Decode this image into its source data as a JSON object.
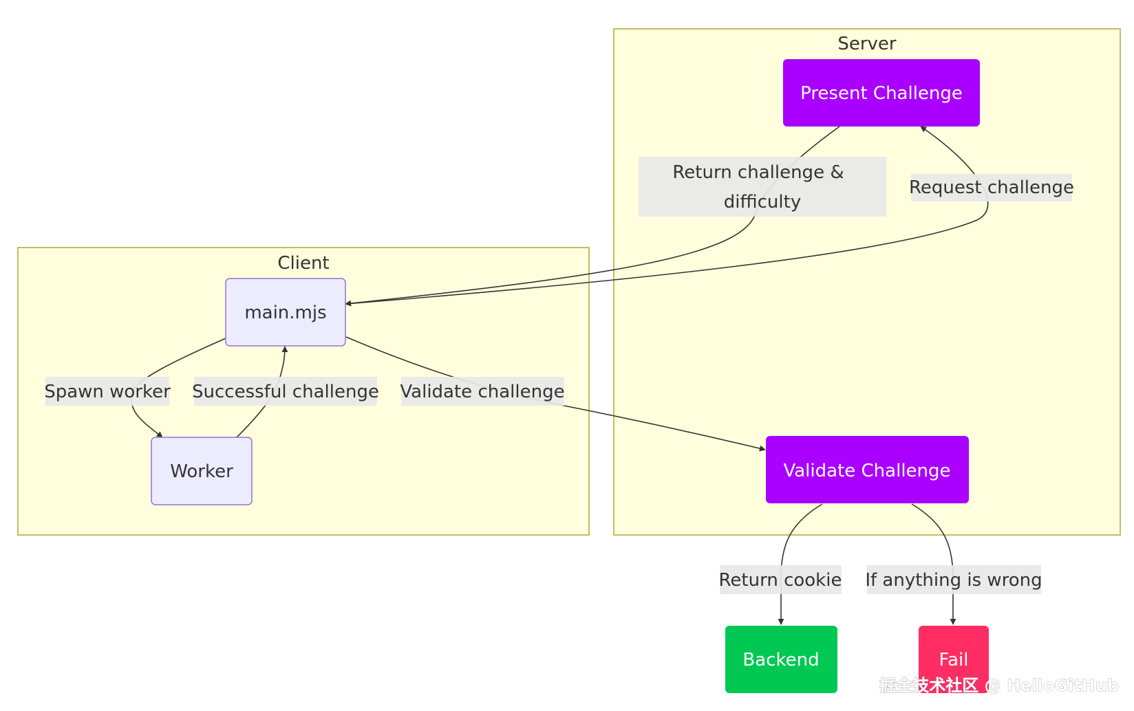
{
  "clusters": {
    "server": {
      "title": "Server"
    },
    "client": {
      "title": "Client"
    }
  },
  "nodes": {
    "present_challenge": {
      "label": "Present Challenge"
    },
    "validate_challenge": {
      "label": "Validate Challenge"
    },
    "main_mjs": {
      "label": "main.mjs"
    },
    "worker": {
      "label": "Worker"
    },
    "backend": {
      "label": "Backend"
    },
    "fail": {
      "label": "Fail"
    }
  },
  "edges": {
    "return_challenge": {
      "line1": "Return challenge &",
      "line2": "difficulty"
    },
    "request_challenge": {
      "label": "Request challenge"
    },
    "spawn_worker": {
      "label": "Spawn worker"
    },
    "successful_challenge": {
      "label": "Successful challenge"
    },
    "validate_challenge": {
      "label": "Validate challenge"
    },
    "return_cookie": {
      "label": "Return cookie"
    },
    "if_wrong": {
      "label": "If anything is wrong"
    }
  },
  "watermark": "掘金技术社区 @ HelloGitHub",
  "colors": {
    "server_node": "#aa00ff",
    "client_node_fill": "#ececff",
    "client_node_stroke": "#9370db",
    "backend": "#00c853",
    "fail": "#ff2d63",
    "cluster_fill": "#ffffde",
    "cluster_stroke": "#aaaa33",
    "edge": "#333333"
  }
}
